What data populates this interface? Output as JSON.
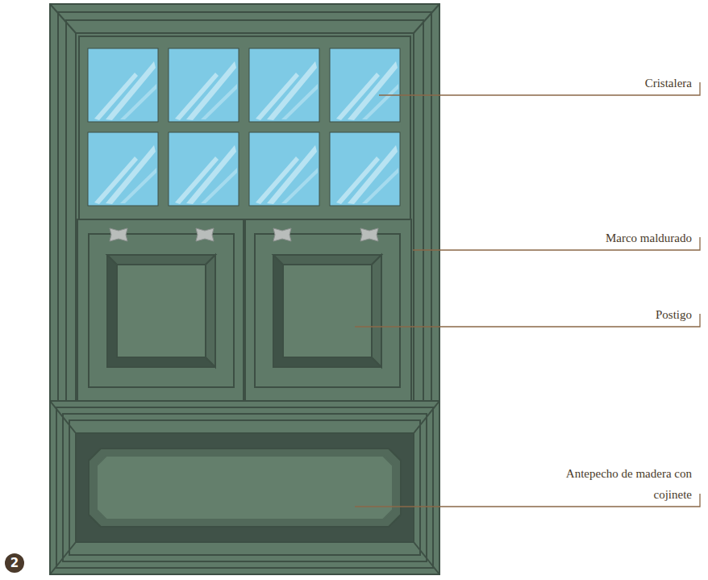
{
  "diagram": {
    "nodes": [
      {
        "text": [
          "2"
        ]
      }
    ],
    "labels": [
      "Cristalera",
      "Marco maldurado",
      "Postigo",
      "Antepecho de madera con cojinete"
    ]
  }
}
